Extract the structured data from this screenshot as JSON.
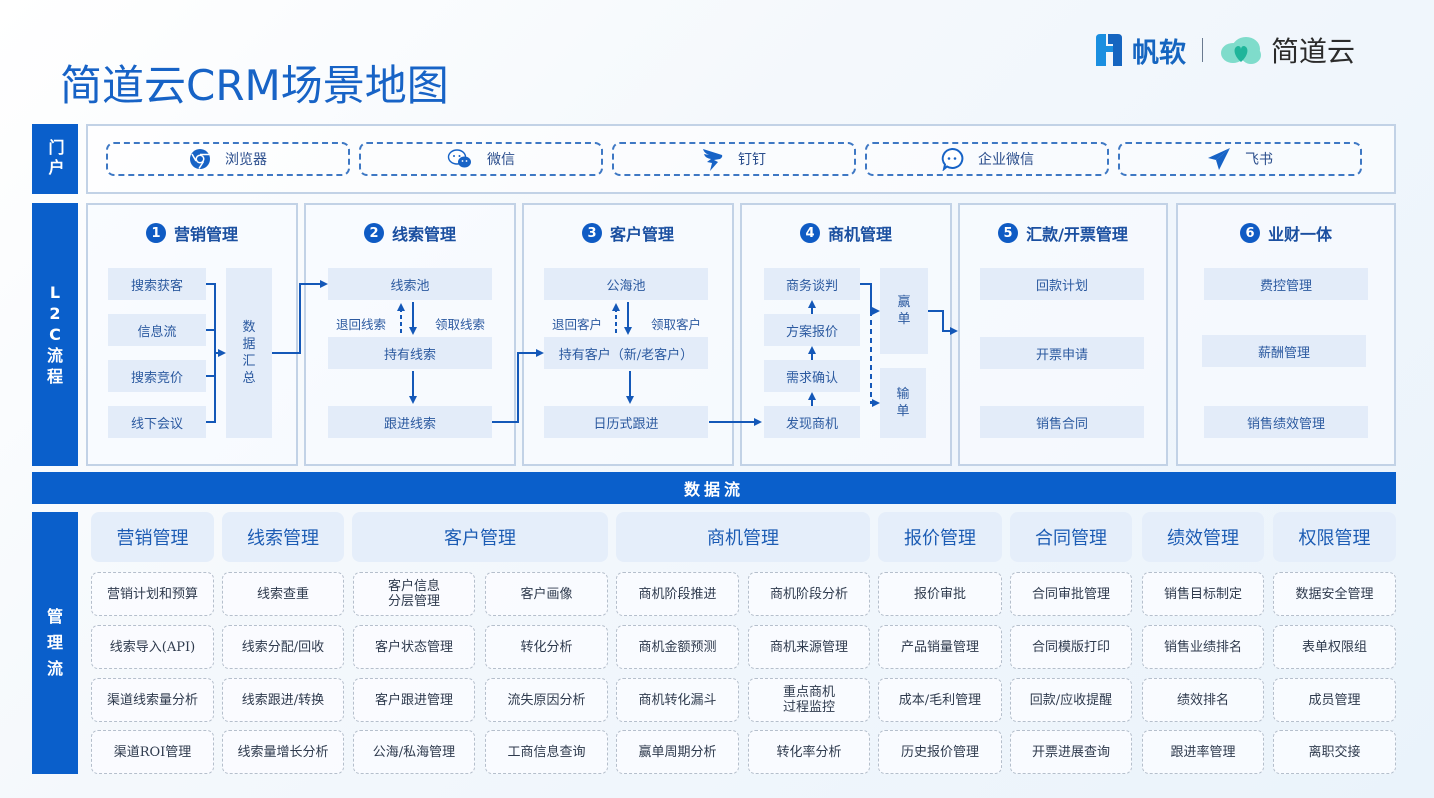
{
  "title": "简道云CRM场景地图",
  "brand": {
    "fanruan": "帆软",
    "jiandaoyun": "简道云"
  },
  "portal": {
    "label": "门户",
    "items": [
      {
        "icon": "chrome-browser-icon",
        "label": "浏览器"
      },
      {
        "icon": "wechat-icon",
        "label": "微信"
      },
      {
        "icon": "dingtalk-icon",
        "label": "钉钉"
      },
      {
        "icon": "wecom-icon",
        "label": "企业微信"
      },
      {
        "icon": "feishu-icon",
        "label": "飞书"
      }
    ]
  },
  "l2c": {
    "label_chars": [
      "L",
      "2",
      "C",
      "流",
      "程"
    ],
    "stages": [
      {
        "num": "1",
        "title": "营销管理",
        "sources": [
          "搜索获客",
          "信息流",
          "搜索竞价",
          "线下会议"
        ],
        "aggregate_chars": [
          "数",
          "据",
          "汇",
          "总"
        ]
      },
      {
        "num": "2",
        "title": "线索管理",
        "pool": "线索池",
        "return_label": "退回线索",
        "claim_label": "领取线索",
        "held": "持有线索",
        "follow": "跟进线索"
      },
      {
        "num": "3",
        "title": "客户管理",
        "pool": "公海池",
        "return_label": "退回客户",
        "claim_label": "领取客户",
        "held": "持有客户（新/老客户）",
        "follow": "日历式跟进"
      },
      {
        "num": "4",
        "title": "商机管理",
        "steps": [
          "商务谈判",
          "方案报价",
          "需求确认",
          "发现商机"
        ],
        "win_chars": [
          "赢",
          "单"
        ],
        "lose_chars": [
          "输",
          "单"
        ]
      },
      {
        "num": "5",
        "title": "汇款/开票管理",
        "items": [
          "回款计划",
          "开票申请",
          "销售合同"
        ]
      },
      {
        "num": "6",
        "title": "业财一体",
        "items": [
          "费控管理",
          "薪酬管理",
          "销售绩效管理"
        ]
      }
    ]
  },
  "dataflow": {
    "label": "数据流"
  },
  "management": {
    "label_chars": [
      "管",
      "理",
      "流"
    ],
    "headers": [
      "营销管理",
      "线索管理",
      "客户管理",
      "商机管理",
      "报价管理",
      "合同管理",
      "绩效管理",
      "权限管理"
    ],
    "columns": [
      [
        "营销计划和预算",
        "线索导入(API)",
        "渠道线索量分析",
        "渠道ROI管理"
      ],
      [
        "线索查重",
        "线索分配/回收",
        "线索跟进/转换",
        "线索量增长分析"
      ],
      [
        "客户信息\n分层管理",
        "客户状态管理",
        "客户跟进管理",
        "公海/私海管理"
      ],
      [
        "客户画像",
        "转化分析",
        "流失原因分析",
        "工商信息查询"
      ],
      [
        "商机阶段推进",
        "商机金额预测",
        "商机转化漏斗",
        "赢单周期分析"
      ],
      [
        "商机阶段分析",
        "商机来源管理",
        "重点商机\n过程监控",
        "转化率分析"
      ],
      [
        "报价审批",
        "产品销量管理",
        "成本/毛利管理",
        "历史报价管理"
      ],
      [
        "合同审批管理",
        "合同模版打印",
        "回款/应收提醒",
        "开票进展查询"
      ],
      [
        "销售目标制定",
        "销售业绩排名",
        "绩效排名",
        "跟进率管理"
      ],
      [
        "数据安全管理",
        "表单权限组",
        "成员管理",
        "离职交接"
      ]
    ]
  },
  "colors": {
    "primary": "#0a5fcb",
    "title": "#1763c6",
    "box": "#e3ecf9",
    "dash": "#3e78c4"
  }
}
